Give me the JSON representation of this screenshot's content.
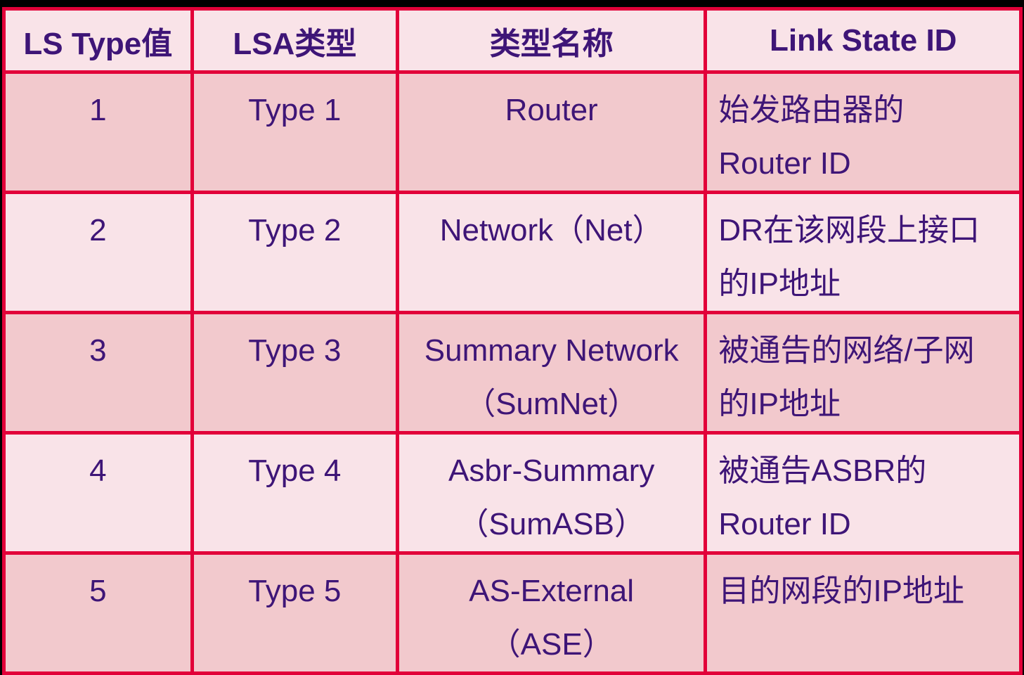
{
  "colors": {
    "background": "#000000",
    "border": "#e20039",
    "row-light": "#f9e3e8",
    "row-dark": "#f2c9cd",
    "text": "#3e1577"
  },
  "table": {
    "headers": [
      "LS Type值",
      "LSA类型",
      "类型名称",
      "Link State ID"
    ],
    "rows": [
      {
        "ls_type": "1",
        "lsa_type": "Type 1",
        "type_name": [
          "Router",
          ""
        ],
        "link_state_id": [
          "始发路由器的",
          "Router ID"
        ]
      },
      {
        "ls_type": "2",
        "lsa_type": "Type 2",
        "type_name": [
          "Network（Net）",
          ""
        ],
        "link_state_id": [
          "DR在该网段上接口",
          "的IP地址"
        ]
      },
      {
        "ls_type": "3",
        "lsa_type": "Type 3",
        "type_name": [
          "Summary Network",
          "（SumNet）"
        ],
        "link_state_id": [
          "被通告的网络/子网",
          "的IP地址"
        ]
      },
      {
        "ls_type": "4",
        "lsa_type": "Type 4",
        "type_name": [
          "Asbr-Summary",
          "（SumASB）"
        ],
        "link_state_id": [
          "被通告ASBR的",
          "Router ID"
        ]
      },
      {
        "ls_type": "5",
        "lsa_type": "Type 5",
        "type_name": [
          "AS-External",
          "（ASE）"
        ],
        "link_state_id": [
          "目的网段的IP地址",
          ""
        ]
      }
    ]
  }
}
